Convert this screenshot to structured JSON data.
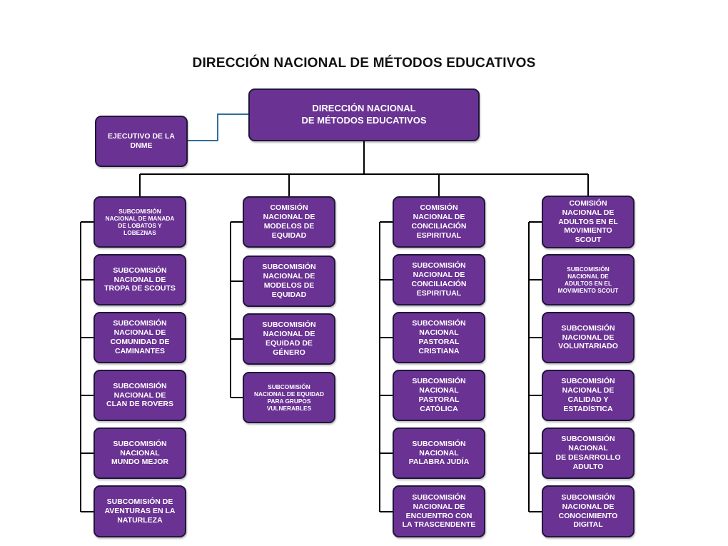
{
  "title": "DIRECCIÓN NACIONAL DE MÉTODOS EDUCATIVOS",
  "root": "DIRECCIÓN NACIONAL\nDE MÉTODOS EDUCATIVOS",
  "executive": "EJECUTIVO DE LA\nDNME",
  "columns": [
    {
      "head": "SUBCOMISIÓN\nNACIONAL DE MANADA\nDE LOBATOS Y\nLOBEZNAS",
      "subs": [
        "SUBCOMISIÓN\nNACIONAL DE\nTROPA DE SCOUTS",
        "SUBCOMISIÓN\nNACIONAL DE\nCOMUNIDAD DE\nCAMINANTES",
        "SUBCOMISIÓN\nNACIONAL DE\nCLAN DE ROVERS",
        "SUBCOMISIÓN\nNACIONAL\nMUNDO MEJOR",
        "SUBCOMISIÓN DE\nAVENTURAS EN LA\nNATURLEZA"
      ]
    },
    {
      "head": "COMISIÓN\nNACIONAL DE\nMODELOS DE\nEQUIDAD",
      "subs": [
        "SUBCOMISIÓN\nNACIONAL DE\nMODELOS DE\nEQUIDAD",
        "SUBCOMISIÓN\nNACIONAL DE\nEQUIDAD DE\nGÉNERO",
        "SUBCOMISIÓN\nNACIONAL DE EQUIDAD\nPARA GRUPOS\nVULNERABLES"
      ]
    },
    {
      "head": "COMISIÓN\nNACIONAL DE\nCONCILIACIÓN\nESPIRITUAL",
      "subs": [
        "SUBCOMISIÓN\nNACIONAL DE\nCONCILIACIÓN\nESPIRITUAL",
        "SUBCOMISIÓN\nNACIONAL\nPASTORAL\nCRISTIANA",
        "SUBCOMISIÓN\nNACIONAL\nPASTORAL\nCATÓLICA",
        "SUBCOMISIÓN\nNACIONAL\nPALABRA JUDÍA",
        "SUBCOMISIÓN\nNACIONAL DE\nENCUENTRO CON\nLA TRASCENDENTE"
      ]
    },
    {
      "head": "COMISIÓN\nNACIONAL DE\nADULTOS EN EL\nMOVIMIENTO\nSCOUT",
      "subs": [
        "SUBCOMISIÓN\nNACIONAL DE\nADULTOS EN EL\nMOVIMIENTO SCOUT",
        "SUBCOMISIÓN\nNACIONAL DE\nVOLUNTARIADO",
        "SUBCOMISIÓN\nNACIONAL DE\nCALIDAD Y\nESTADÍSTICA",
        "SUBCOMISIÓN\nNACIONAL\nDE DESARROLLO\nADULTO",
        "SUBCOMISIÓN\nNACIONAL DE\nCONOCIMIENTO\nDIGITAL"
      ]
    }
  ],
  "colors": {
    "box_fill": "#6a3293",
    "box_border": "#20163a",
    "connector": "#000000",
    "exec_connector": "#2f6e9e"
  }
}
